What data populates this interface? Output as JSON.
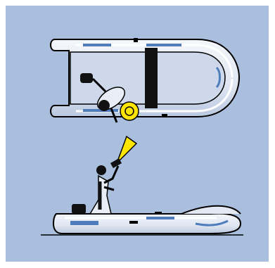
{
  "colors": {
    "background": "#a9bfdd",
    "boat_fill": "#e3e9f3",
    "boat_shade": "#c4d1e6",
    "accent_blue": "#4f7dbc",
    "floor": "#cdd8ea",
    "outline": "#000000",
    "highlight_yellow": "#ffe600"
  },
  "icons": {
    "top_view": "inflatable-boat-top-view",
    "side_view": "inflatable-boat-side-view",
    "marker": "yellow-circle-marker",
    "signal": "yellow-light-beam",
    "person": "person-signaling"
  }
}
